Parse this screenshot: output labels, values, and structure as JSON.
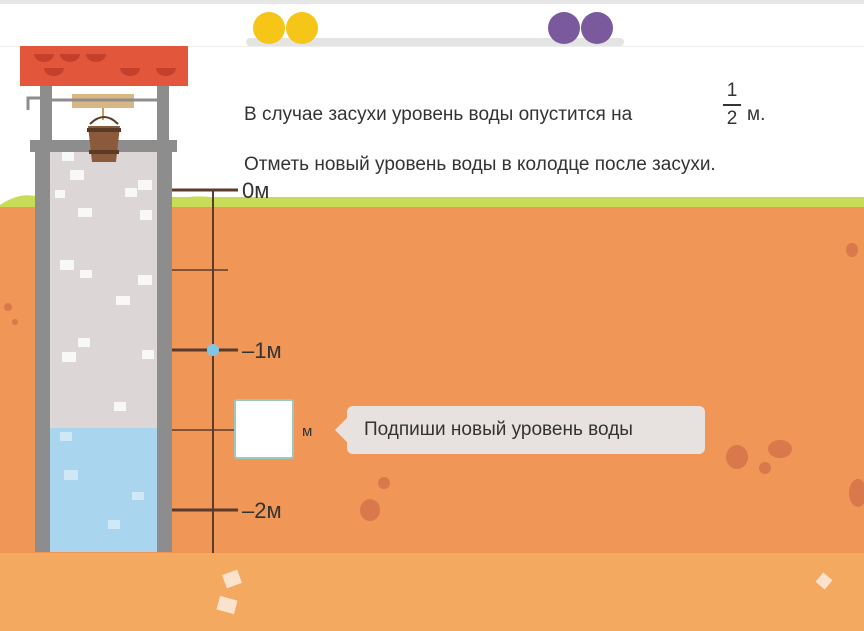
{
  "progress": {
    "left_dots": 2,
    "right_dots": 2,
    "left_color": "#f5c518",
    "right_color": "#7a5a9c",
    "track_color": "#e4e4e4"
  },
  "question": {
    "line1_before": "В случае засухи уровень воды опустится на",
    "fraction_numerator": "1",
    "fraction_denominator": "2",
    "line1_after": "м.",
    "line2": "Отметь новый уровень воды в колодце после засухи."
  },
  "ruler": {
    "labels": [
      "0м",
      "–1м",
      "–2м"
    ],
    "current_water_level": "–1.5"
  },
  "answer": {
    "input_value": "",
    "unit": "м"
  },
  "hint": {
    "text": "Подпиши новый уровень воды"
  },
  "colors": {
    "ground": "#f09657",
    "ground_bottom": "#f3aa60",
    "grass": "#c9dc58",
    "roof": "#e2573c",
    "well_stone": "#ddd6d6",
    "water": "#a9d5ee",
    "ruler_line": "#5b3b2c",
    "marker_dot": "#7fc7e6"
  },
  "icons": {
    "bucket": "bucket-icon",
    "roof": "roof-icon"
  }
}
